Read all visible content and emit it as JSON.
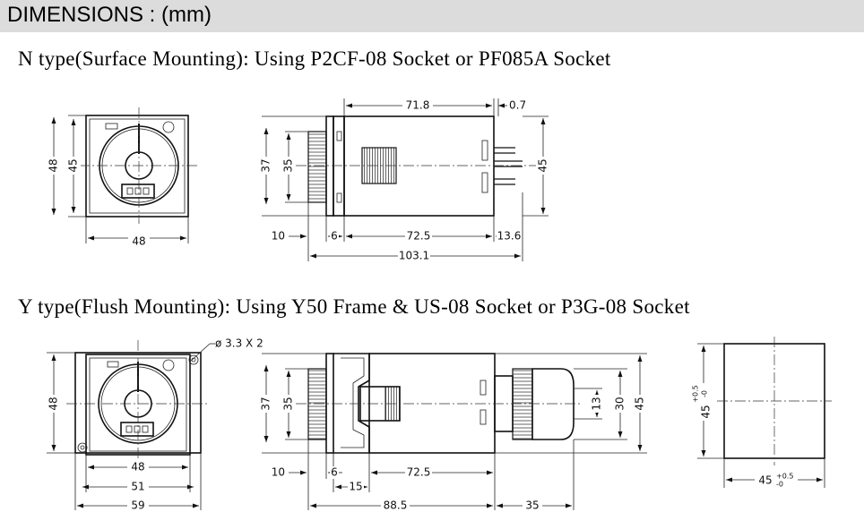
{
  "header": {
    "title": "DIMENSIONS : (mm)"
  },
  "n_type": {
    "title": "N type(Surface Mounting): Using P2CF-08 Socket or PF085A Socket",
    "front": {
      "height_outer": "48",
      "height_inner": "45",
      "width": "48"
    },
    "side": {
      "body_length": "71.8",
      "pin_offset": "0.7",
      "height_37": "37",
      "height_35": "35",
      "height_45": "45",
      "dim_10": "10",
      "dim_6": "6",
      "dim_72_5": "72.5",
      "dim_13_6": "13.6",
      "total": "103.1"
    }
  },
  "y_type": {
    "title": "Y type(Flush Mounting): Using Y50 Frame & US-08 Socket or P3G-08 Socket",
    "front": {
      "hole_note": "ø 3.3 X 2",
      "height": "48",
      "width_48": "48",
      "width_51": "51",
      "width_59": "59"
    },
    "side": {
      "height_37": "37",
      "height_35": "35",
      "height_13": "13",
      "height_30": "30",
      "height_45": "45",
      "dim_10": "10",
      "dim_6": "6",
      "dim_72_5": "72.5",
      "dim_15": "15",
      "dim_88_5": "88.5",
      "dim_35": "35"
    },
    "panel_cutout": {
      "height": "45",
      "height_tol_upper": "+0.5",
      "height_tol_lower": "-0",
      "width": "45",
      "width_tol_upper": "+0.5",
      "width_tol_lower": "-0"
    }
  }
}
